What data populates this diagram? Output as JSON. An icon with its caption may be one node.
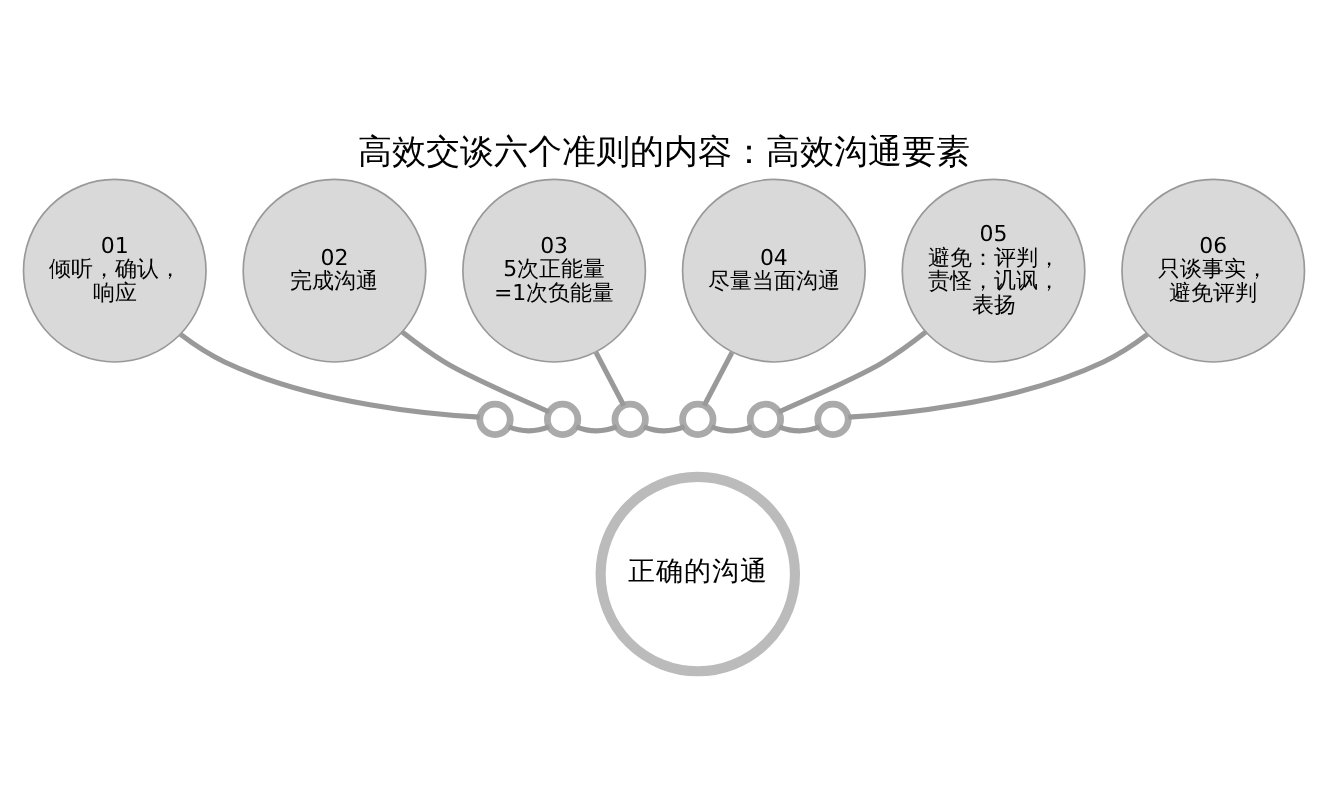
{
  "diagram": {
    "title": "高效交谈六个准则的内容：高效沟通要素",
    "nodes": [
      {
        "text": [
          "正确的沟通"
        ]
      },
      {
        "text": [
          "01",
          "倾听，确认，响应"
        ]
      },
      {
        "text": [
          "02",
          "完成沟通"
        ]
      },
      {
        "text": [
          "03",
          "5次正能量 =1次负能量"
        ]
      },
      {
        "text": [
          "04",
          "尽量当面沟通"
        ]
      },
      {
        "text": [
          "05",
          "避免：评判，责怪，讥讽，表扬"
        ]
      },
      {
        "text": [
          "06",
          "只谈事实，避免评判"
        ]
      },
      {
        "text": [],
        "shape": "circle"
      },
      {
        "text": [],
        "shape": "circle"
      },
      {
        "text": [],
        "shape": "circle"
      },
      {
        "text": [],
        "shape": "circle"
      },
      {
        "text": [],
        "shape": "circle"
      },
      {
        "text": [],
        "shape": "circle"
      }
    ],
    "edges": [
      {
        "from": 1,
        "to": 7,
        "arrow": "none"
      },
      {
        "from": 2,
        "to": 8,
        "arrow": "none"
      },
      {
        "from": 3,
        "to": 9,
        "arrow": "none"
      },
      {
        "from": 4,
        "to": 10,
        "arrow": "none"
      },
      {
        "from": 5,
        "to": 11,
        "arrow": "none"
      },
      {
        "from": 6,
        "to": 12,
        "arrow": "none"
      },
      {
        "from": 7,
        "to": 8,
        "arrow": "none"
      },
      {
        "from": 8,
        "to": 9,
        "arrow": "none"
      },
      {
        "from": 9,
        "to": 10,
        "arrow": "none"
      },
      {
        "from": 10,
        "to": 11,
        "arrow": "none"
      },
      {
        "from": 11,
        "to": 12,
        "arrow": "none"
      }
    ]
  }
}
